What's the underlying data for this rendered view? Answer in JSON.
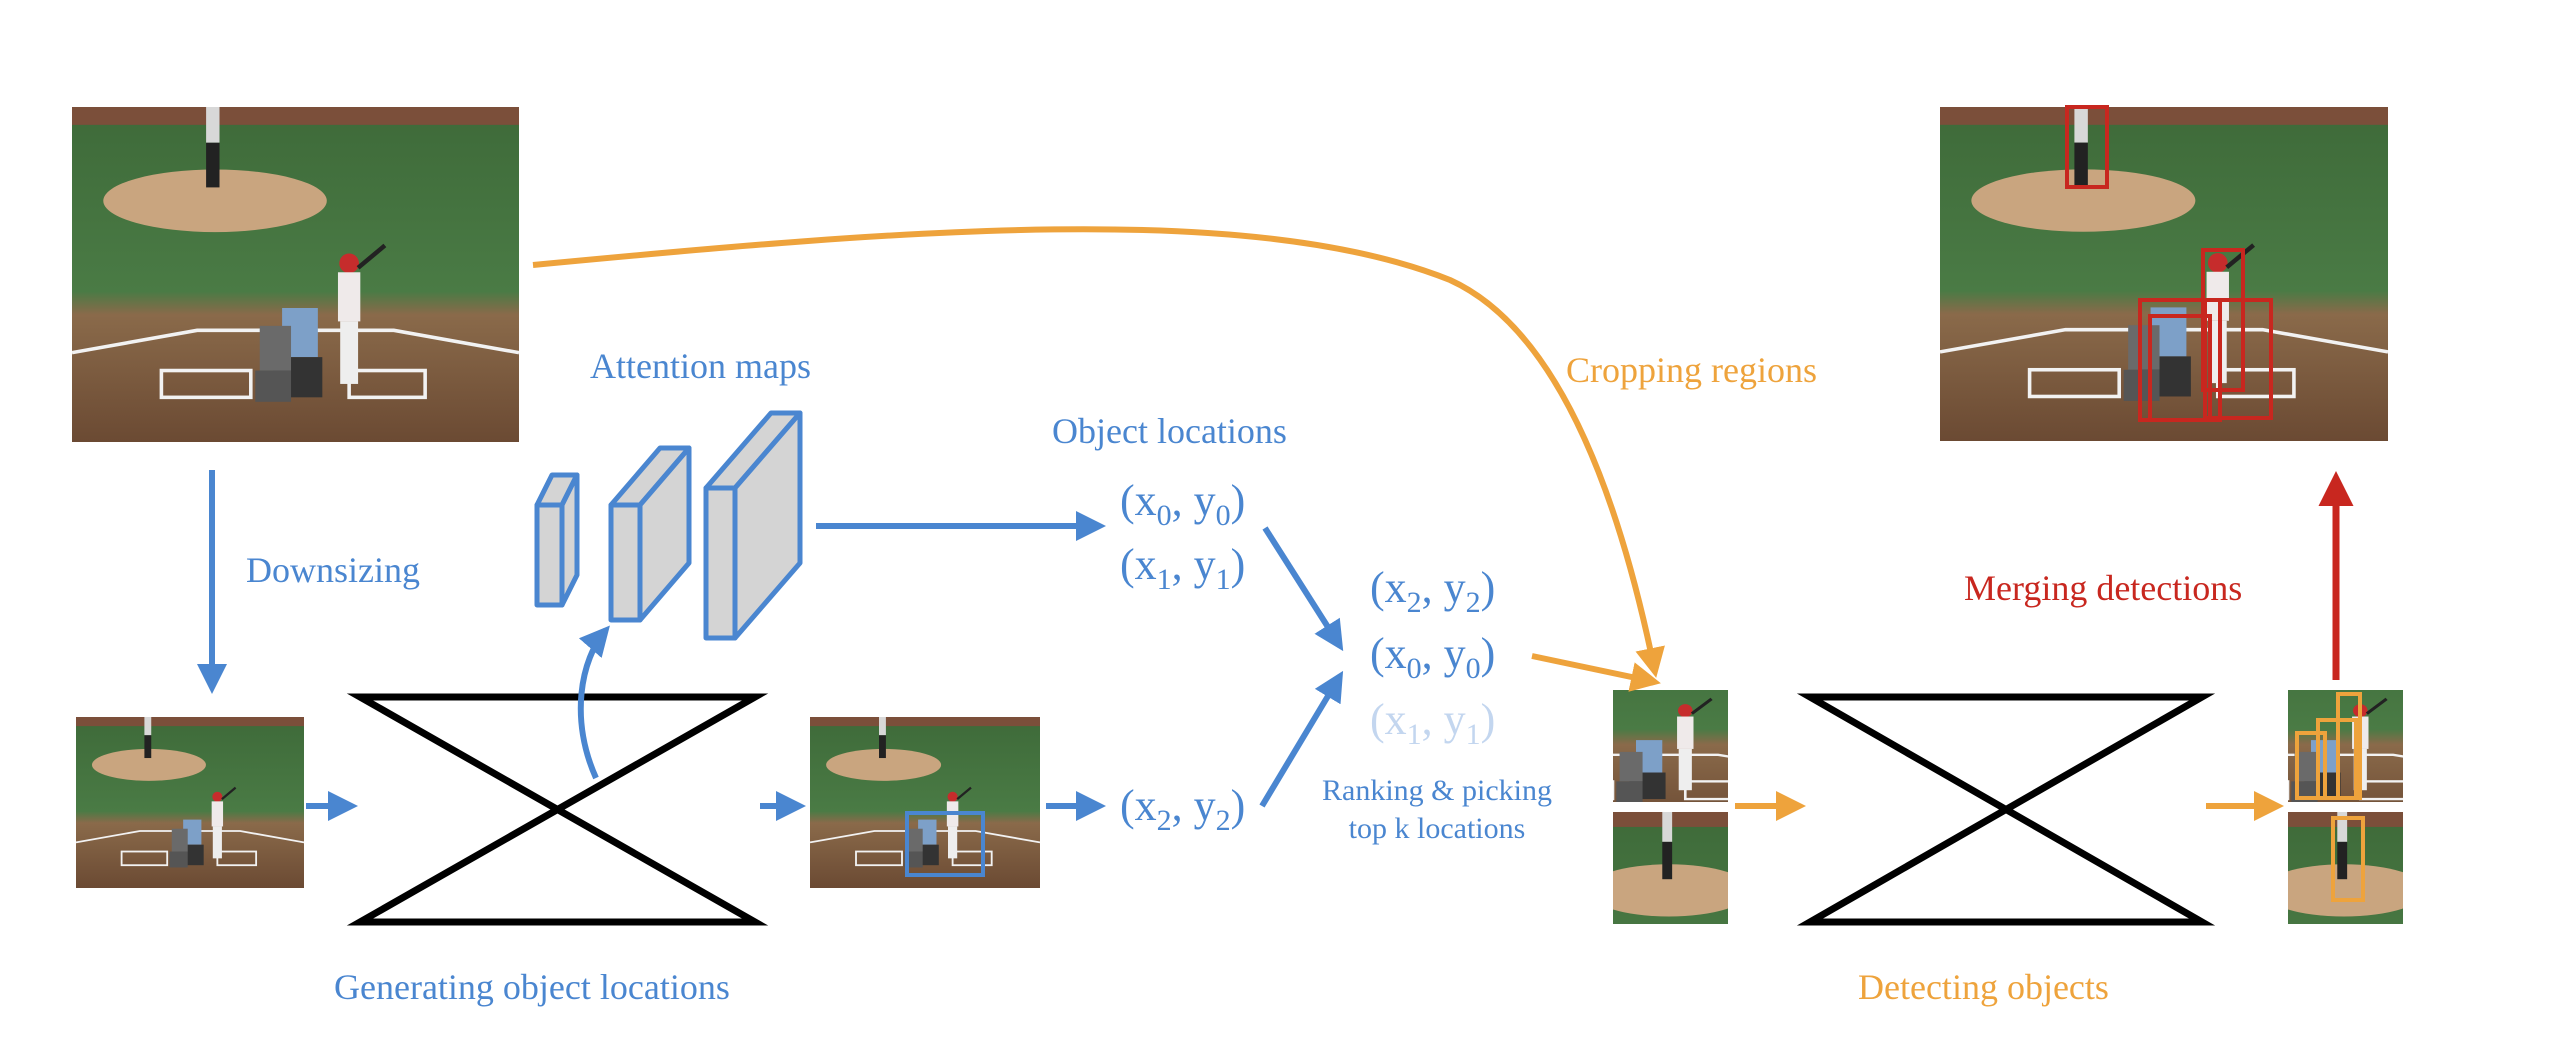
{
  "colors": {
    "blue": "#4a86d0",
    "orange": "#eea33c",
    "red": "#c8271f",
    "faded_blue": "#c3d6ef",
    "black": "#000000"
  },
  "labels": {
    "downsizing": "Downsizing",
    "attention_maps": "Attention maps",
    "object_locations": "Object locations",
    "cropping_regions": "Cropping regions",
    "merging_detections": "Merging detections",
    "ranking_line1": "Ranking & picking",
    "ranking_line2": "top k locations",
    "generating_object_locations": "Generating object locations",
    "detecting_objects": "Detecting objects"
  },
  "coords": {
    "first_list": [
      {
        "x": "0",
        "y": "0"
      },
      {
        "x": "1",
        "y": "1"
      }
    ],
    "single": {
      "x": "2",
      "y": "2"
    },
    "ranked_list": [
      {
        "x": "2",
        "y": "2",
        "faded": false
      },
      {
        "x": "0",
        "y": "0",
        "faded": false
      },
      {
        "x": "1",
        "y": "1",
        "faded": true
      }
    ]
  },
  "images": {
    "input_scene": "baseball-scene-photo",
    "downsized_scene": "baseball-scene-photo-small",
    "located_scene": "baseball-scene-photo-with-box",
    "crop_top": "batter-crop-photo",
    "crop_bottom": "pitcher-crop-photo",
    "result_scene": "baseball-scene-photo-with-detections"
  }
}
